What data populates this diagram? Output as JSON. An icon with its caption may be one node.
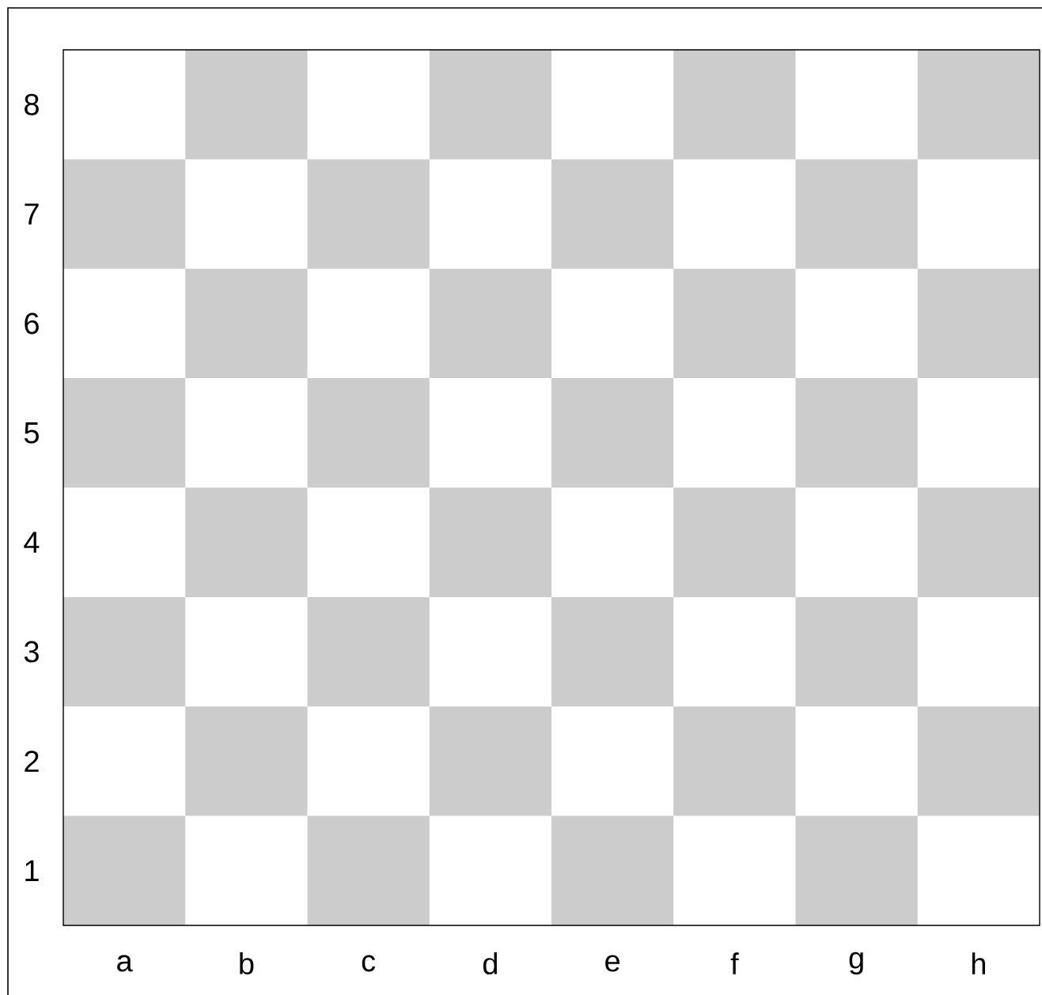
{
  "diagram": {
    "labels": [
      "8",
      "7",
      "6",
      "5",
      "4",
      "3",
      "2",
      "1",
      "a",
      "b",
      "c",
      "d",
      "e",
      "f",
      "g",
      "h"
    ]
  }
}
